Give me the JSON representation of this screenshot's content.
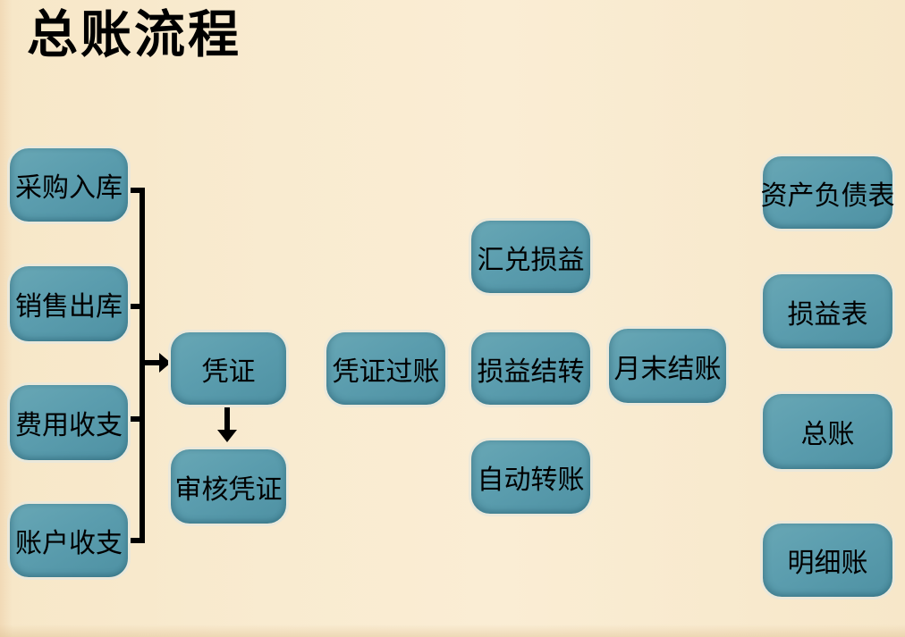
{
  "title": "总账流程",
  "boxes": [
    {
      "id": "purchase-inbound",
      "label": "采购入库"
    },
    {
      "id": "sales-outbound",
      "label": "销售出库"
    },
    {
      "id": "expense-income",
      "label": "费用收支"
    },
    {
      "id": "account-income",
      "label": "账户收支"
    },
    {
      "id": "voucher",
      "label": "凭证"
    },
    {
      "id": "audit-voucher",
      "label": "审核凭证"
    },
    {
      "id": "voucher-posting",
      "label": "凭证过账"
    },
    {
      "id": "exchange-gain-loss",
      "label": "汇兑损益"
    },
    {
      "id": "profit-loss-carryover",
      "label": "损益结转"
    },
    {
      "id": "auto-transfer",
      "label": "自动转账"
    },
    {
      "id": "month-end-closing",
      "label": "月末结账"
    },
    {
      "id": "balance-sheet",
      "label": "资产负债表"
    },
    {
      "id": "income-statement",
      "label": "损益表"
    },
    {
      "id": "general-ledger",
      "label": "总账"
    },
    {
      "id": "detail-ledger",
      "label": "明细账"
    }
  ],
  "edges": [
    {
      "from": [
        "采购入库",
        "销售出库",
        "费用收支",
        "账户收支"
      ],
      "to": "凭证",
      "type": "bracket-arrow"
    },
    {
      "from": "凭证",
      "to": "审核凭证",
      "type": "arrow-down"
    }
  ],
  "colors": {
    "background": "#f9ebd0",
    "background_edge": "#eccea8",
    "box_fill": "#5b9dae",
    "box_fill_light": "#68a7b5",
    "box_fill_dark": "#4e91a3",
    "box_border": "#ebe8da",
    "connector": "#000000",
    "text": "#000000"
  }
}
